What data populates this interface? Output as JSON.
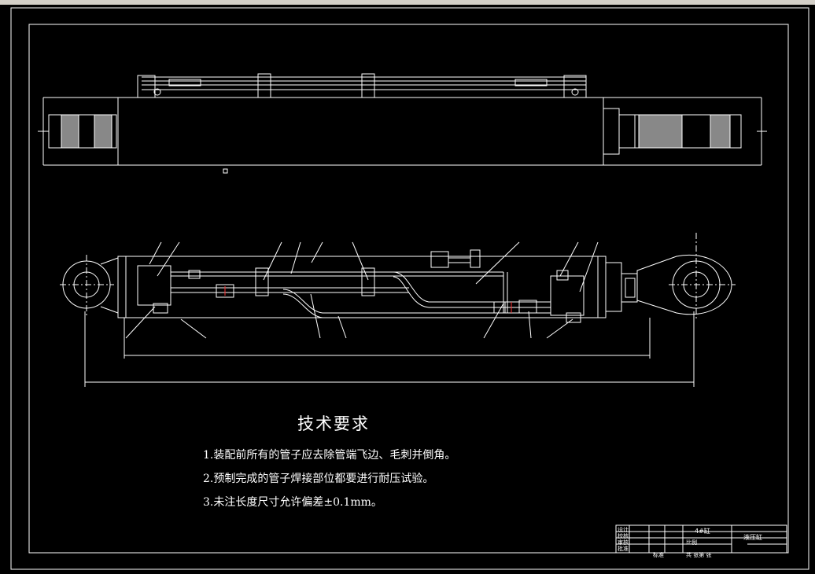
{
  "technical_requirements": {
    "title": "技术要求",
    "items": [
      "1.装配前所有的管子应去除管端飞边、毛刺并倒角。",
      "2.预制完成的管子焊接部位都要进行耐压试验。",
      "3.未注长度尺寸允许偏差±0.1mm。"
    ]
  },
  "title_block": {
    "row_labels": [
      "设计",
      "校核",
      "审核",
      "批准"
    ],
    "part_name": "4#缸",
    "drawing_name": "液压缸",
    "scale_label": "比例",
    "sheet_label": "共 张第 张",
    "material_label": "标准"
  },
  "colors": {
    "background": "#000000",
    "lines": "#ffffff",
    "accent": "#ff3030"
  }
}
